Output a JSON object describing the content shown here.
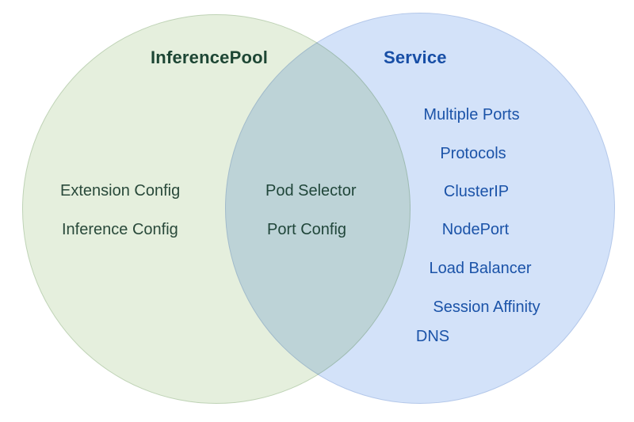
{
  "diagram": {
    "type": "venn",
    "left_circle": {
      "title": "InferencePool",
      "fill": "#e5efdd",
      "title_color": "#1d4634",
      "text_color": "#29493a",
      "items": [
        "Extension Config",
        "Inference Config"
      ]
    },
    "right_circle": {
      "title": "Service",
      "fill": "#d3e2f9",
      "title_color": "#174ea6",
      "text_color": "#1b53a8",
      "items": [
        "Multiple Ports",
        "Protocols",
        "ClusterIP",
        "NodePort",
        "Load Balancer",
        "Session Affinity",
        "DNS"
      ]
    },
    "overlap": {
      "text_color": "#20463a",
      "items": [
        "Pod Selector",
        "Port Config"
      ]
    }
  }
}
